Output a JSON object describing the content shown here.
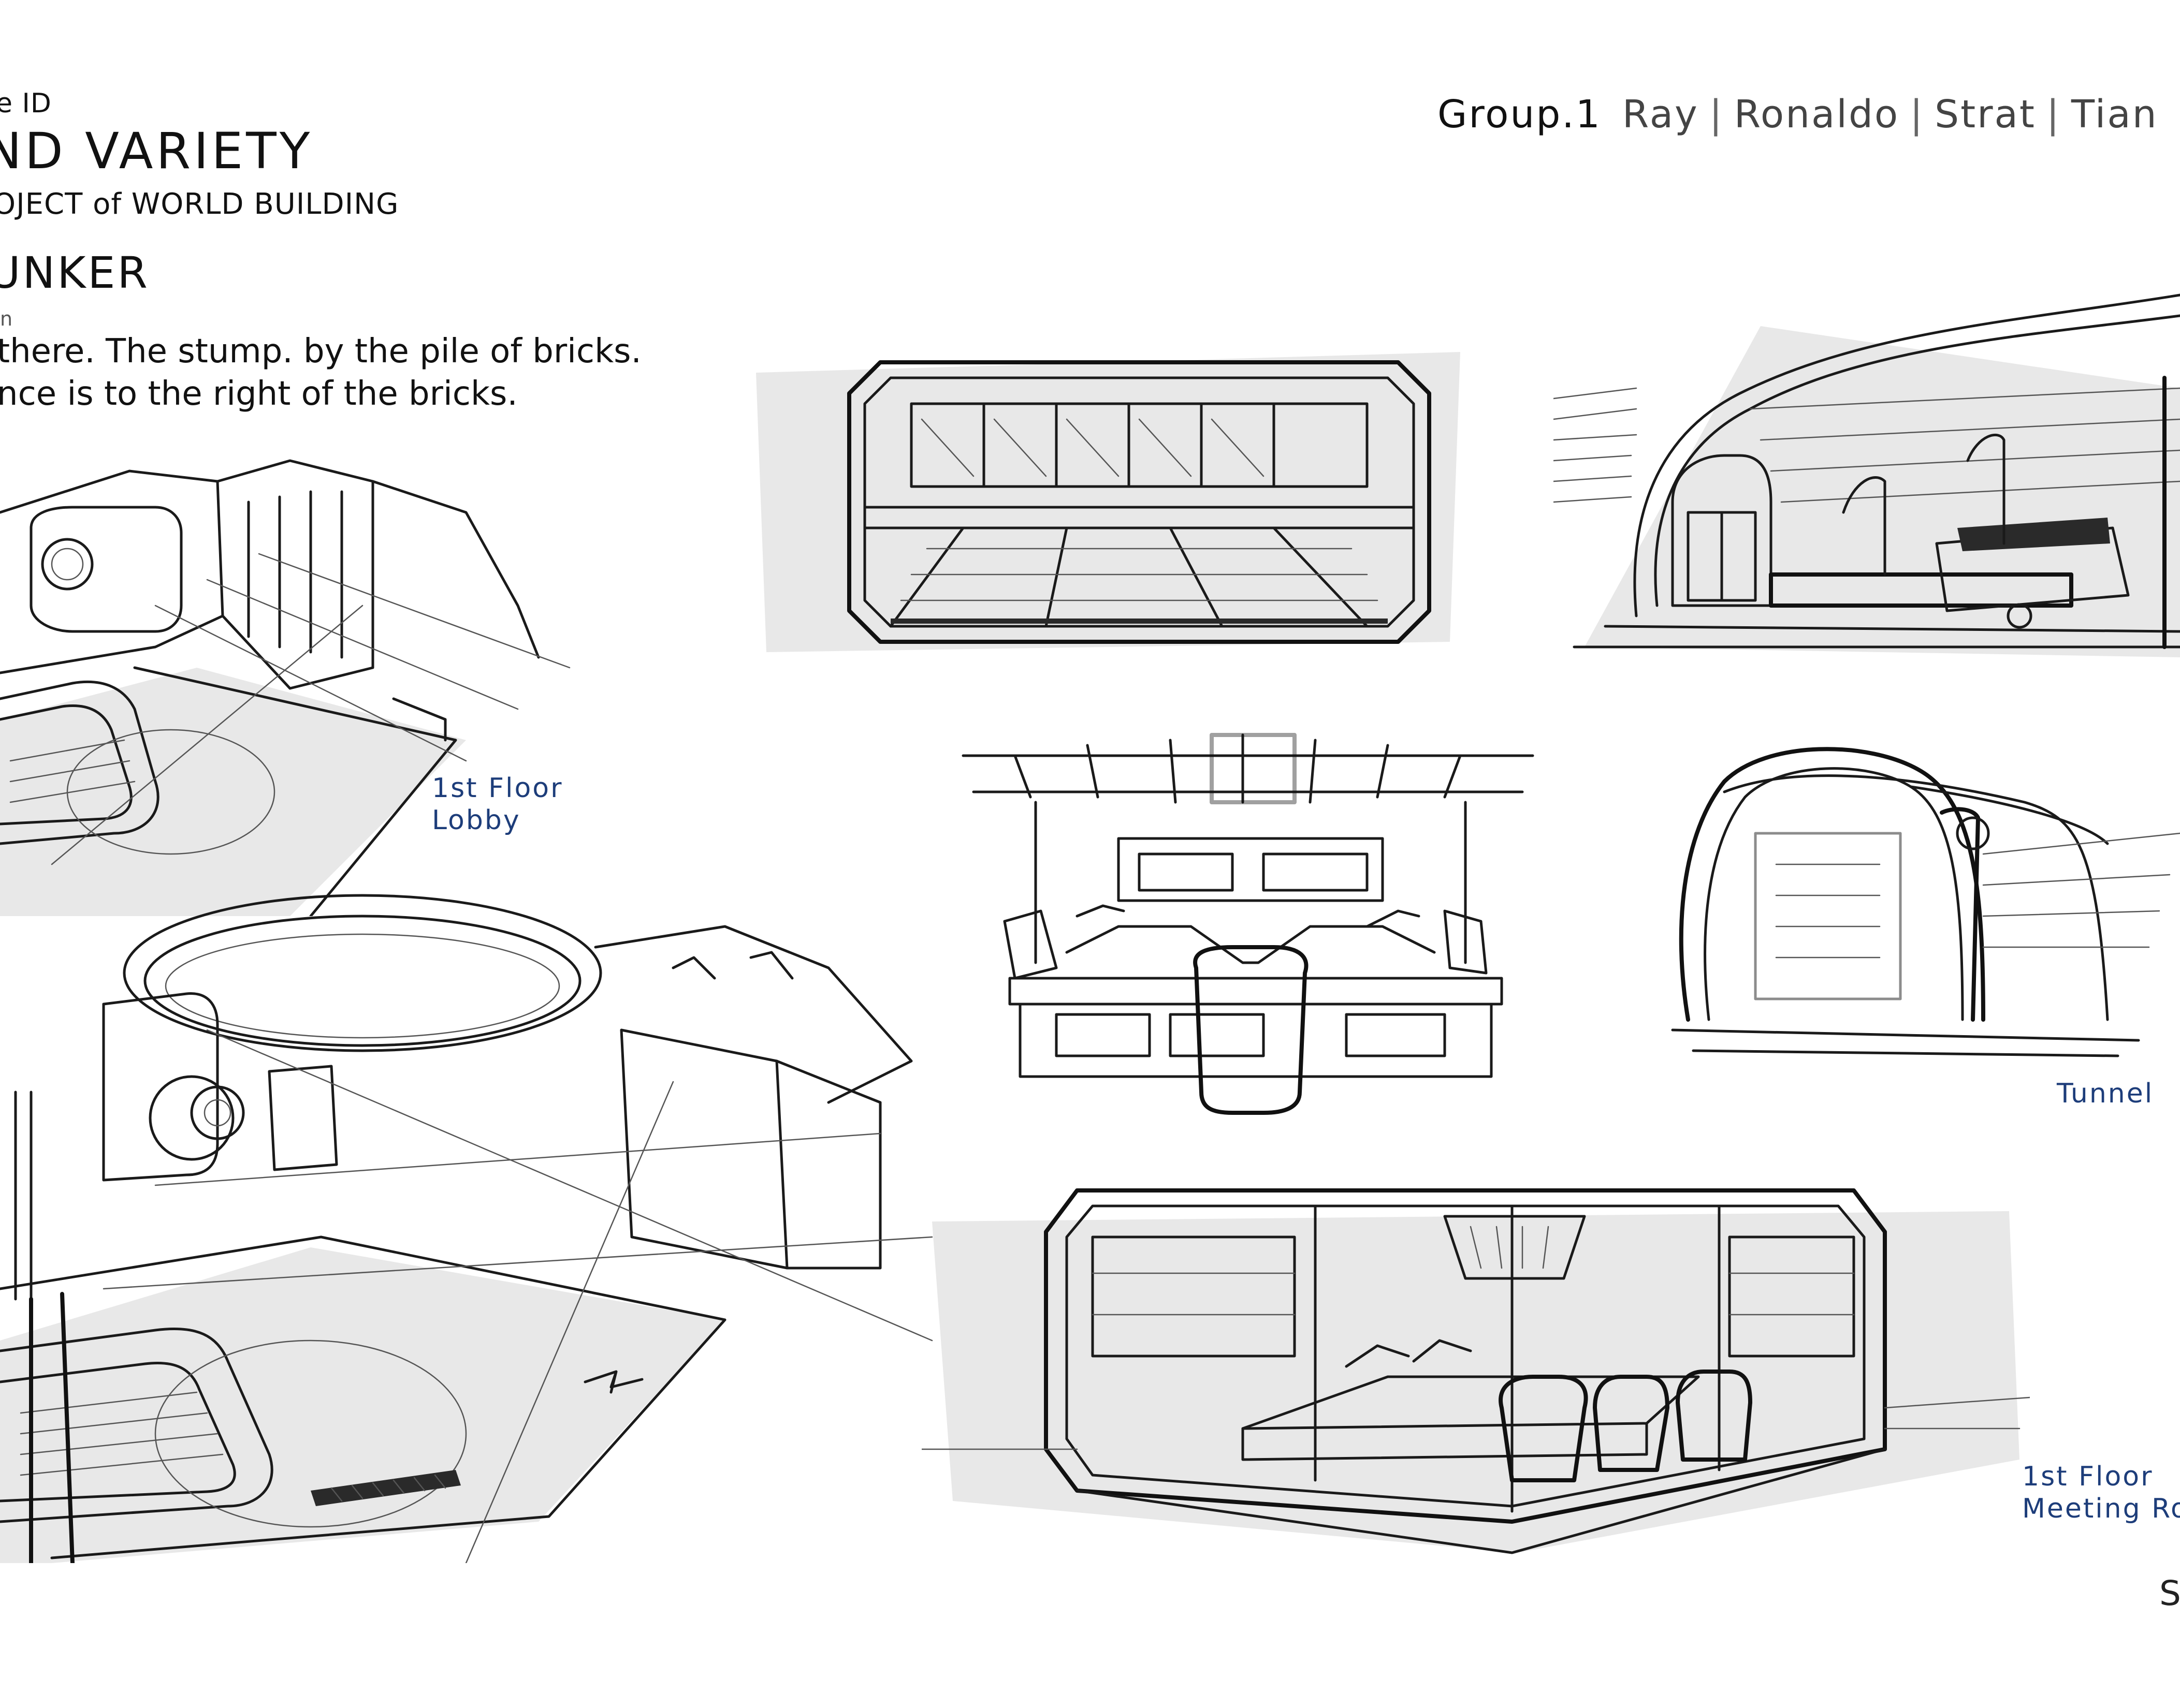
{
  "header": {
    "kicker": "e ID",
    "title": "ND VARIETY",
    "subtitle": "OJECT of WORLD BUILDING",
    "section": "UNKER",
    "tiny": "n",
    "description_lines": [
      "there. The stump. by the pile of bricks.",
      "nce is to the right of the bricks."
    ]
  },
  "group": {
    "label": "Group.1",
    "members": [
      "Ray",
      "Ronaldo",
      "Strat",
      "Tian"
    ]
  },
  "page_mark": "S",
  "captions": {
    "lobby": [
      "1st Floor",
      "Lobby"
    ],
    "tunnel": [
      "Tunnel"
    ],
    "meeting": [
      "1st Floor",
      "Meeting Ro"
    ]
  },
  "colors": {
    "caption": "#1d3d7a",
    "ink": "#1a1a1a",
    "background": "#ffffff"
  }
}
